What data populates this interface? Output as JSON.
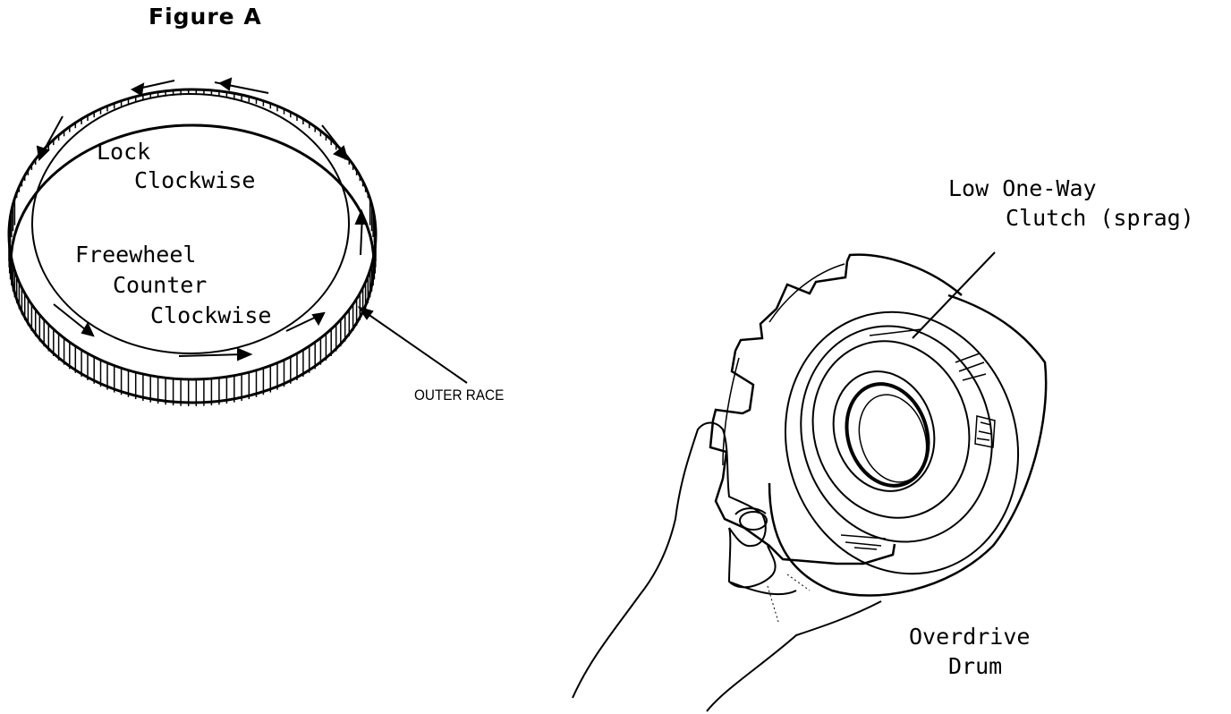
{
  "figure": {
    "title": "Figure A",
    "race": {
      "lock_line1": "Lock",
      "lock_line2": "Clockwise",
      "free_line1": "Freewheel",
      "free_line2": "Counter",
      "free_line3": "Clockwise",
      "outer_race_label": "OUTER RACE"
    },
    "drum": {
      "clutch_line1": "Low One-Way",
      "clutch_line2": "Clutch (sprag)",
      "drum_line1": "Overdrive",
      "drum_line2": "Drum"
    }
  },
  "colors": {
    "ink": "#000000",
    "paper": "#ffffff"
  }
}
